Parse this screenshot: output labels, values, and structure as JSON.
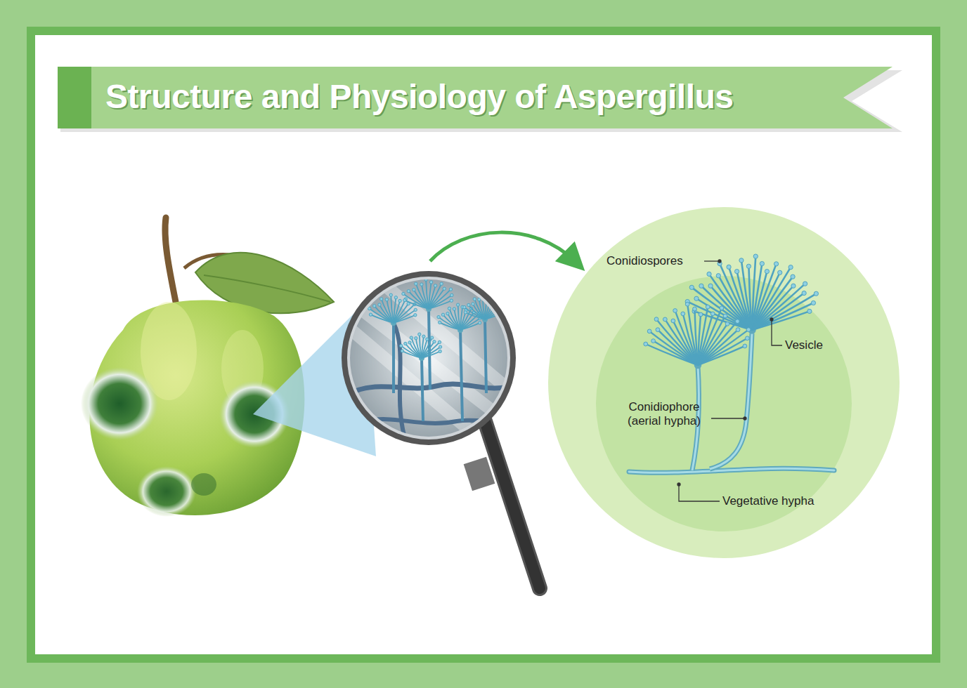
{
  "diagram": {
    "title": "Structure and Physiology of Aspergillus",
    "labels": [
      "Conidiospores",
      "Vesicle",
      "Conidiophore (aerial hypha)",
      "Vegetative hypha"
    ]
  }
}
